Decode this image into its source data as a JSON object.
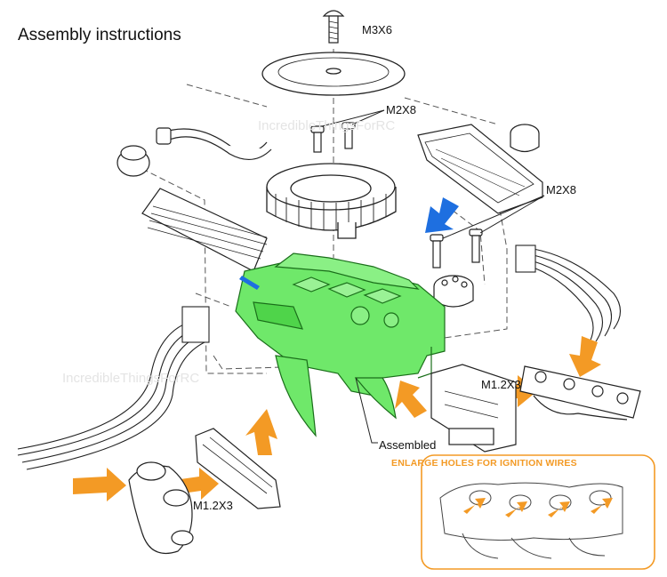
{
  "title": "Assembly instructions",
  "labels": {
    "screw_top": "M3X6",
    "screw_mid": "M2X8",
    "screw_right": "M2X8",
    "small_screw_right": "M1.2X3",
    "small_screw_left": "M1.2X3",
    "assembled": "Assembled"
  },
  "callout": {
    "text": "ENLARGE HOLES FOR IGNITION WIRES"
  },
  "watermark": "IncredibleThingsForRC",
  "colors": {
    "highlight_green": "#6fe86a",
    "arrow_orange": "#f39a25",
    "arrow_blue": "#1e6fe0",
    "line": "#222222"
  }
}
